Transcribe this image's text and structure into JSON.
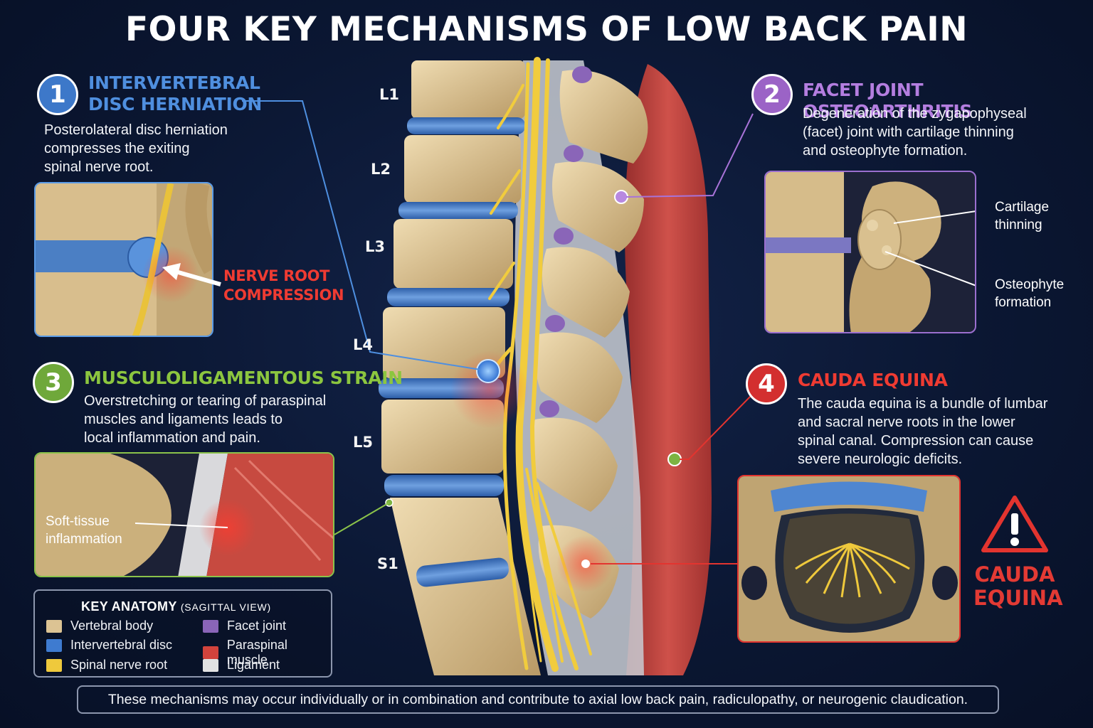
{
  "title": "FOUR KEY MECHANISMS OF LOW BACK PAIN",
  "colors": {
    "background": "#0b1733",
    "disc_blue": "#3d78c9",
    "facet_purple": "#9b63c6",
    "strain_green": "#7cb342",
    "cauda_red": "#e3342f",
    "nerve_yellow": "#e9c23b",
    "bone_tan": "#d9c08f",
    "muscle_red": "#c9453f",
    "ligament_grey": "#d8d8d8"
  },
  "vertebra_labels": [
    "L1",
    "L2",
    "L3",
    "L4",
    "L5",
    "S1"
  ],
  "mechanisms": [
    {
      "number": "1",
      "title_line1": "INTERVERTEBRAL",
      "title_line2": "DISC HERNIATION",
      "description": [
        "Posterolateral disc herniation",
        "compresses the exiting",
        "spinal nerve root."
      ],
      "inset_labels": [
        "NERVE ROOT",
        "COMPRESSION"
      ]
    },
    {
      "number": "2",
      "title_line1": "FACET JOINT OSTEOARTHRITIS",
      "description": [
        "Degeneration of the zygapophyseal",
        "(facet) joint with cartilage thinning",
        "and osteophyte formation."
      ],
      "inset_labels": [
        {
          "line1": "Cartilage",
          "line2": "thinning"
        },
        {
          "line1": "Osteophyte",
          "line2": "formation"
        }
      ]
    },
    {
      "number": "3",
      "title_line1": "MUSCULOLIGAMENTOUS STRAIN",
      "description": [
        "Overstretching or tearing of paraspinal",
        "muscles and ligaments leads to",
        "local inflammation and pain."
      ],
      "inset_labels": [
        {
          "line1": "Soft-tissue",
          "line2": "inflammation"
        }
      ]
    },
    {
      "number": "4",
      "title_line1": "CAUDA EQUINA",
      "description": [
        "The cauda equina is a bundle of lumbar",
        "and sacral nerve roots in the lower",
        "spinal canal. Compression can cause",
        "severe neurologic deficits."
      ],
      "warning_line1": "CAUDA",
      "warning_line2": "EQUINA"
    }
  ],
  "legend": {
    "title": "KEY ANATOMY",
    "subtitle": "(SAGITTAL VIEW)",
    "items": [
      {
        "label": "Vertebral body",
        "color": "#dcc393"
      },
      {
        "label": "Facet joint",
        "color": "#8a65b8"
      },
      {
        "label": "Intervertebral disc",
        "color": "#3e7bd0"
      },
      {
        "label": "Paraspinal muscle",
        "color": "#d2433c"
      },
      {
        "label": "Spinal nerve root",
        "color": "#efc93c"
      },
      {
        "label": "Ligament",
        "color": "#e2e2e2"
      }
    ]
  },
  "footer": "These mechanisms may occur individually or in combination and contribute to axial low back pain, radiculopathy, or neurogenic claudication."
}
